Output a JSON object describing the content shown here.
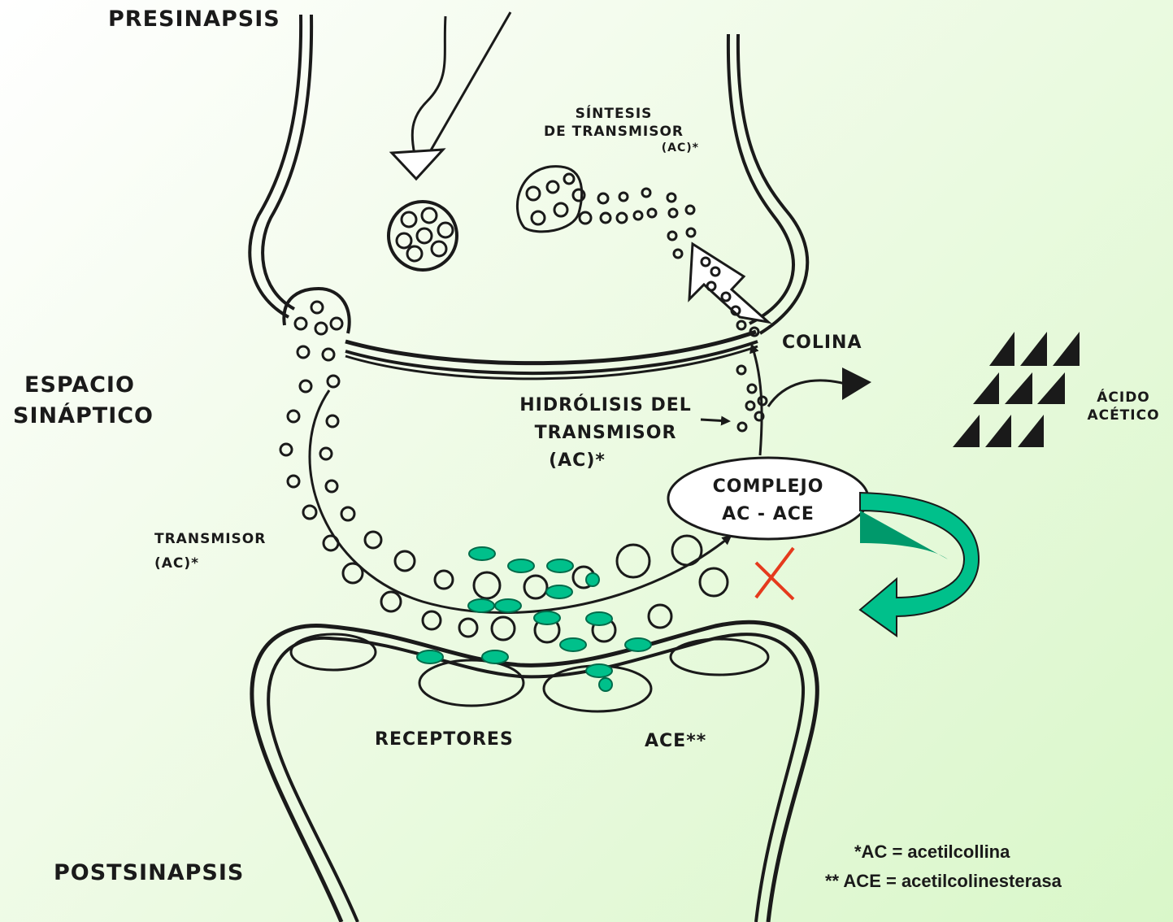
{
  "labels": {
    "presinapsis": "PRESINAPSIS",
    "espacio_line1": "ESPACIO",
    "espacio_line2": "SINÁPTICO",
    "postsinapsis": "POSTSINAPSIS",
    "sintesis_line1": "SÍNTESIS",
    "sintesis_line2": "DE TRANSMISOR",
    "sintesis_line3": "(AC)*",
    "colina": "COLINA",
    "hidrolisis_line1": "HIDRÓLISIS DEL",
    "hidrolisis_line2": "TRANSMISOR",
    "hidrolisis_line3": "(AC)*",
    "complejo_line1": "COMPLEJO",
    "complejo_line2": "AC - ACE",
    "transmisor_line1": "TRANSMISOR",
    "transmisor_line2": "(AC)*",
    "receptores": "RECEPTORES",
    "ace": "ACE**",
    "acido_line1": "ÁCIDO",
    "acido_line2": "ACÉTICO"
  },
  "legend": {
    "line1": "*AC = acetilcollina",
    "line2": "** ACE = acetilcolinesterasa"
  },
  "colors": {
    "ink": "#1a1a1a",
    "inhibitor_teal": "#00c08b",
    "inhibitor_stroke": "#006b4a",
    "arrow_teal_dark": "#00996b",
    "block_red": "#e53a1d"
  },
  "icons": {
    "inhibitor": "teal-ellipse-molecule",
    "block": "red-x-mark",
    "acido": "black-triangle"
  }
}
